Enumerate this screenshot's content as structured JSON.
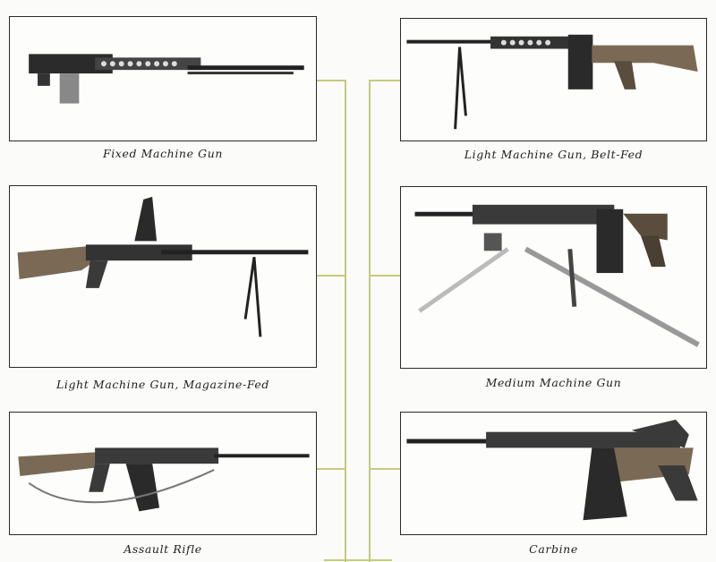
{
  "panels": [
    {
      "caption": "Fixed Machine Gun"
    },
    {
      "caption": "Light Machine Gun, Belt-Fed"
    },
    {
      "caption": "Light Machine Gun, Magazine-Fed"
    },
    {
      "caption": "Medium Machine Gun"
    },
    {
      "caption": "Assault Rifle"
    },
    {
      "caption": "Carbine"
    }
  ],
  "colors": {
    "connector": "#c3cb7c",
    "frame": "#2a2a2a"
  }
}
